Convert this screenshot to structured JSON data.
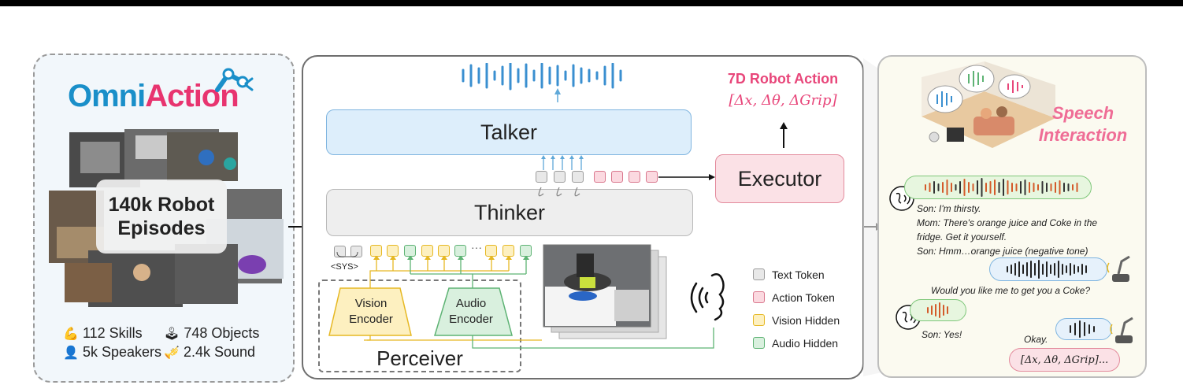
{
  "left": {
    "logo": {
      "part1": "Omni",
      "part2": "Action"
    },
    "episodes_line1": "140k Robot",
    "episodes_line2": "Episodes",
    "stats": [
      {
        "icon": "flexed-arm-icon",
        "glyph": "💪",
        "text": "112 Skills"
      },
      {
        "icon": "joystick-icon",
        "glyph": "🕹",
        "text": "748 Objects"
      },
      {
        "icon": "person-icon",
        "glyph": "👤",
        "text": "5k Speakers"
      },
      {
        "icon": "trumpet-icon",
        "glyph": "🎺",
        "text": "2.4k Sound"
      }
    ]
  },
  "middle": {
    "talker": "Talker",
    "thinker": "Thinker",
    "executor": "Executor",
    "action_title": "7D Robot Action",
    "action_formula": "[Δx, Δθ, ΔGrip]",
    "sys_label": "<SYS>",
    "dots": "···",
    "perceiver": "Perceiver",
    "vision_encoder": [
      "Vision",
      "Encoder"
    ],
    "audio_encoder": [
      "Audio",
      "Encoder"
    ],
    "legend": [
      {
        "label": "Text Token",
        "kind": "text"
      },
      {
        "label": "Action Token",
        "kind": "action"
      },
      {
        "label": "Vision Hidden",
        "kind": "vision"
      },
      {
        "label": "Audio Hidden",
        "kind": "audio"
      }
    ],
    "colors": {
      "blue": "#5fa8d8",
      "pink": "#e8467a",
      "vision": "#e6b823",
      "audio": "#5eb374",
      "gray": "#9c9c9c"
    }
  },
  "right": {
    "title_line1": "Speech",
    "title_line2": "Interaction",
    "dialog1": [
      "Son: I'm thirsty.",
      "Mom: There's orange juice and Coke in the",
      "fridge. Get it yourself.",
      "Son: Hmm…orange juice (negative tone)"
    ],
    "robot_question": "Would you like me to get you a Coke?",
    "son_yes": "Son: Yes!",
    "robot_okay": "Okay.",
    "final_action": "[Δx, Δθ, ΔGrip]..."
  }
}
